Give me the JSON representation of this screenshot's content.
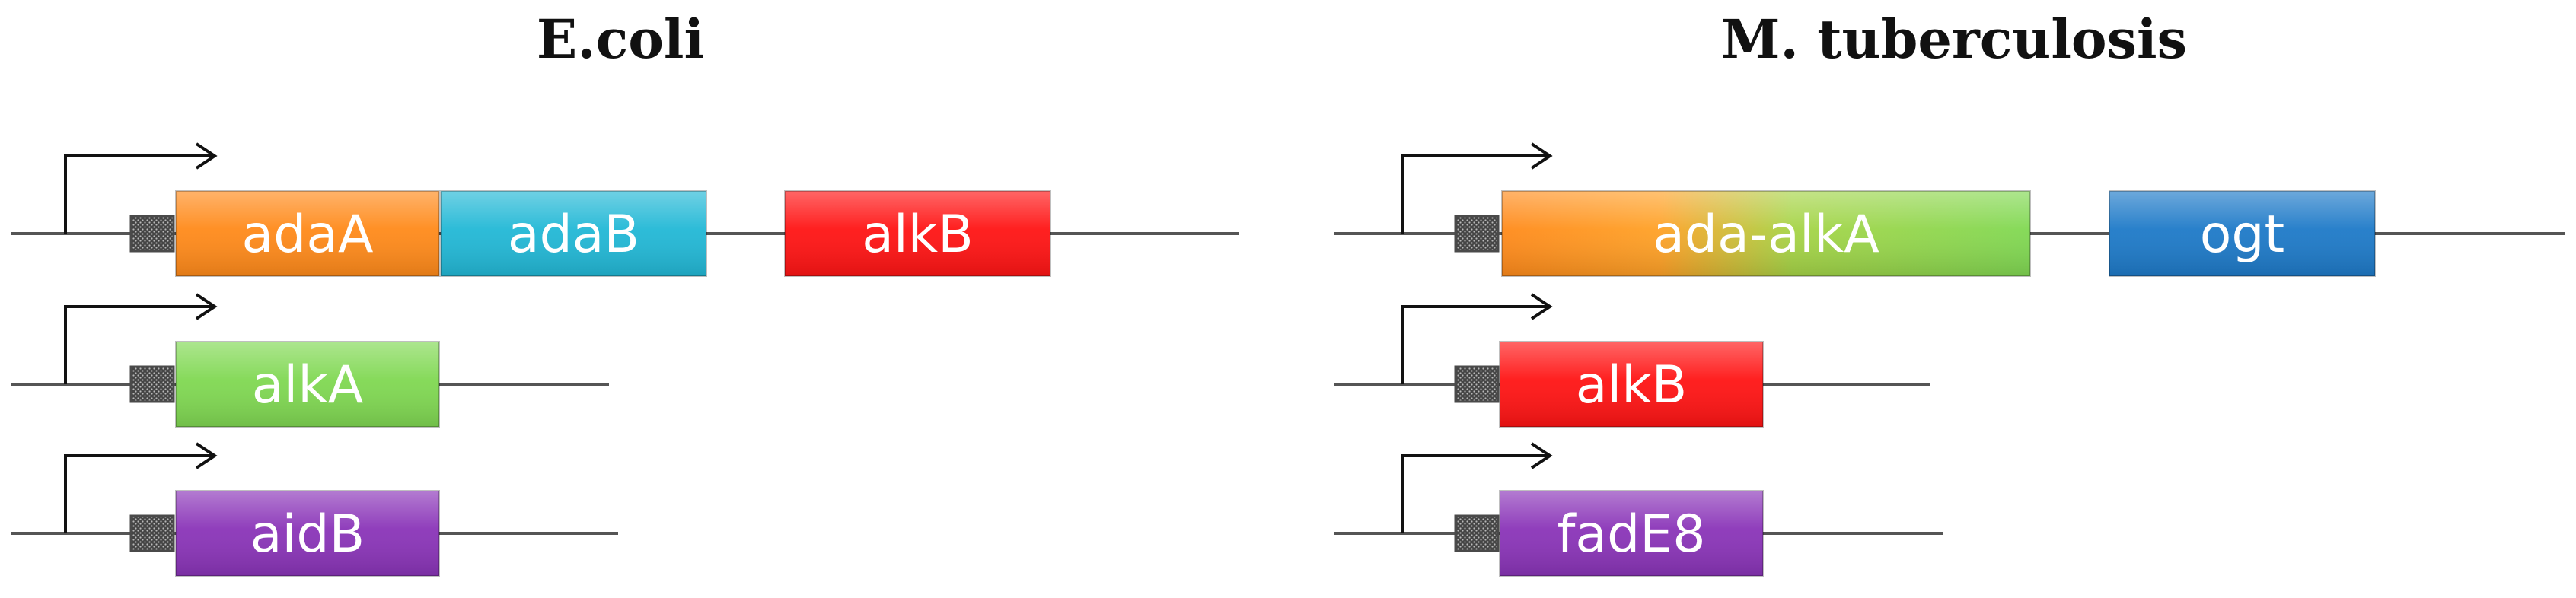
{
  "titles": {
    "left": "E.coli",
    "right": "M. tuberculosis"
  },
  "colors": {
    "line": "#555555",
    "arrow": "#111111",
    "promoter": "#4a4a4a",
    "orange": "#ff8a1a",
    "cyan": "#22b8d6",
    "red": "#ff1414",
    "green": "#80d852",
    "purple": "#8a34b8",
    "blue": "#1e7ac8"
  },
  "operons": [
    {
      "organism": "E.coli",
      "genes": [
        {
          "label": "adaA",
          "color": "orange"
        },
        {
          "label": "adaB",
          "color": "cyan"
        },
        {
          "label": "alkB",
          "color": "red"
        }
      ]
    },
    {
      "organism": "E.coli",
      "genes": [
        {
          "label": "alkA",
          "color": "green"
        }
      ]
    },
    {
      "organism": "E.coli",
      "genes": [
        {
          "label": "aidB",
          "color": "purple"
        }
      ]
    },
    {
      "organism": "M. tuberculosis",
      "genes": [
        {
          "label": "ada-alkA",
          "color": "orange-green"
        },
        {
          "label": "ogt",
          "color": "blue"
        }
      ]
    },
    {
      "organism": "M. tuberculosis",
      "genes": [
        {
          "label": "alkB",
          "color": "red"
        }
      ]
    },
    {
      "organism": "M. tuberculosis",
      "genes": [
        {
          "label": "fadE8",
          "color": "purple"
        }
      ]
    }
  ]
}
